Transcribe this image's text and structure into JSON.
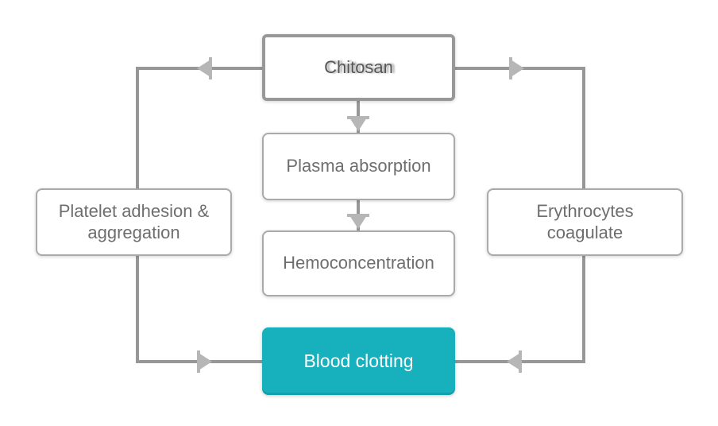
{
  "diagram": {
    "nodes": {
      "chitosan": {
        "label": "Chitosan"
      },
      "plasma": {
        "label": "Plasma absorption"
      },
      "hemoconcentration": {
        "label": "Hemoconcentration"
      },
      "platelet": {
        "label": "Platelet adhesion & aggregation"
      },
      "erythrocytes": {
        "label": "Erythrocytes coagulate"
      },
      "blood_clotting": {
        "label": "Blood clotting"
      }
    },
    "colors": {
      "background": "#ffffff",
      "connector": "#979797",
      "arrowhead": "#b6b6b6",
      "box_border": "#aaaaaa",
      "chitosan_border": "#989898",
      "box_text": "#6e6e6e",
      "chitosan_text": "#565656",
      "accent_teal": "#16b1bc",
      "accent_text": "#ffffff"
    }
  }
}
